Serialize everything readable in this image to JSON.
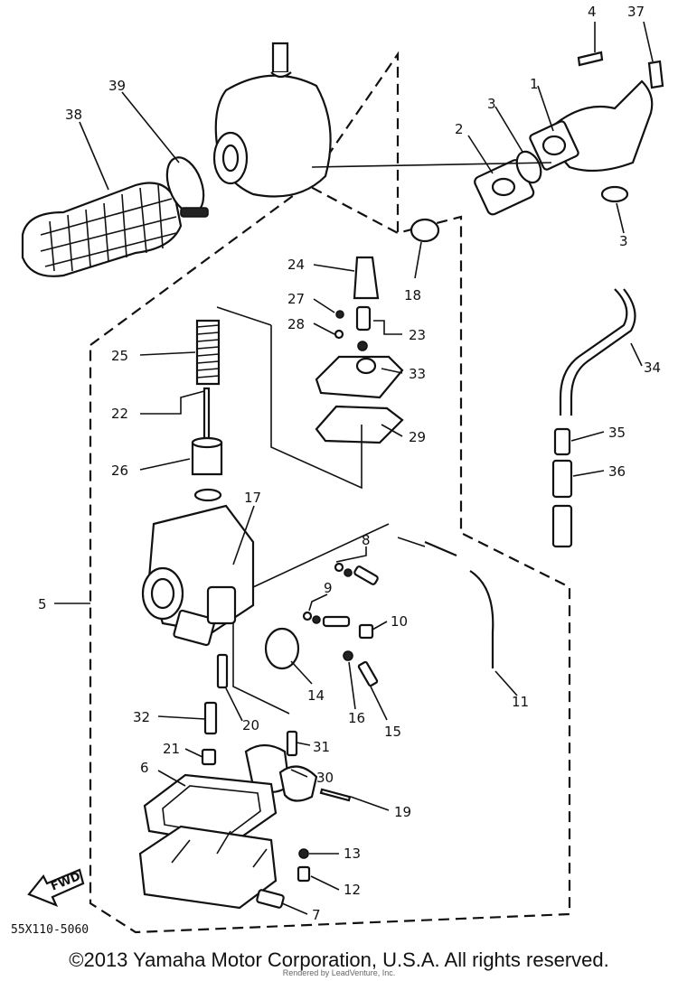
{
  "callouts": {
    "c1": "1",
    "c2": "2",
    "c3a": "3",
    "c3b": "3",
    "c4": "4",
    "c5": "5",
    "c6": "6",
    "c7": "7",
    "c8": "8",
    "c9": "9",
    "c10": "10",
    "c11": "11",
    "c12": "12",
    "c13": "13",
    "c14": "14",
    "c15": "15",
    "c16": "16",
    "c17": "17",
    "c18": "18",
    "c19": "19",
    "c20": "20",
    "c21": "21",
    "c22": "22",
    "c23": "23",
    "c24": "24",
    "c25": "25",
    "c26": "26",
    "c27": "27",
    "c28": "28",
    "c29": "29",
    "c30": "30",
    "c31": "31",
    "c32": "32",
    "c33": "33",
    "c34": "34",
    "c35": "35",
    "c36": "36",
    "c37": "37",
    "c38": "38",
    "c39": "39"
  },
  "fwd_label": "FWD",
  "diagram_code": "55X110-5060",
  "copyright": "©2013 Yamaha Motor Corporation, U.S.A. All rights reserved.",
  "rendered_by": "Rendered by LeadVenture, Inc."
}
